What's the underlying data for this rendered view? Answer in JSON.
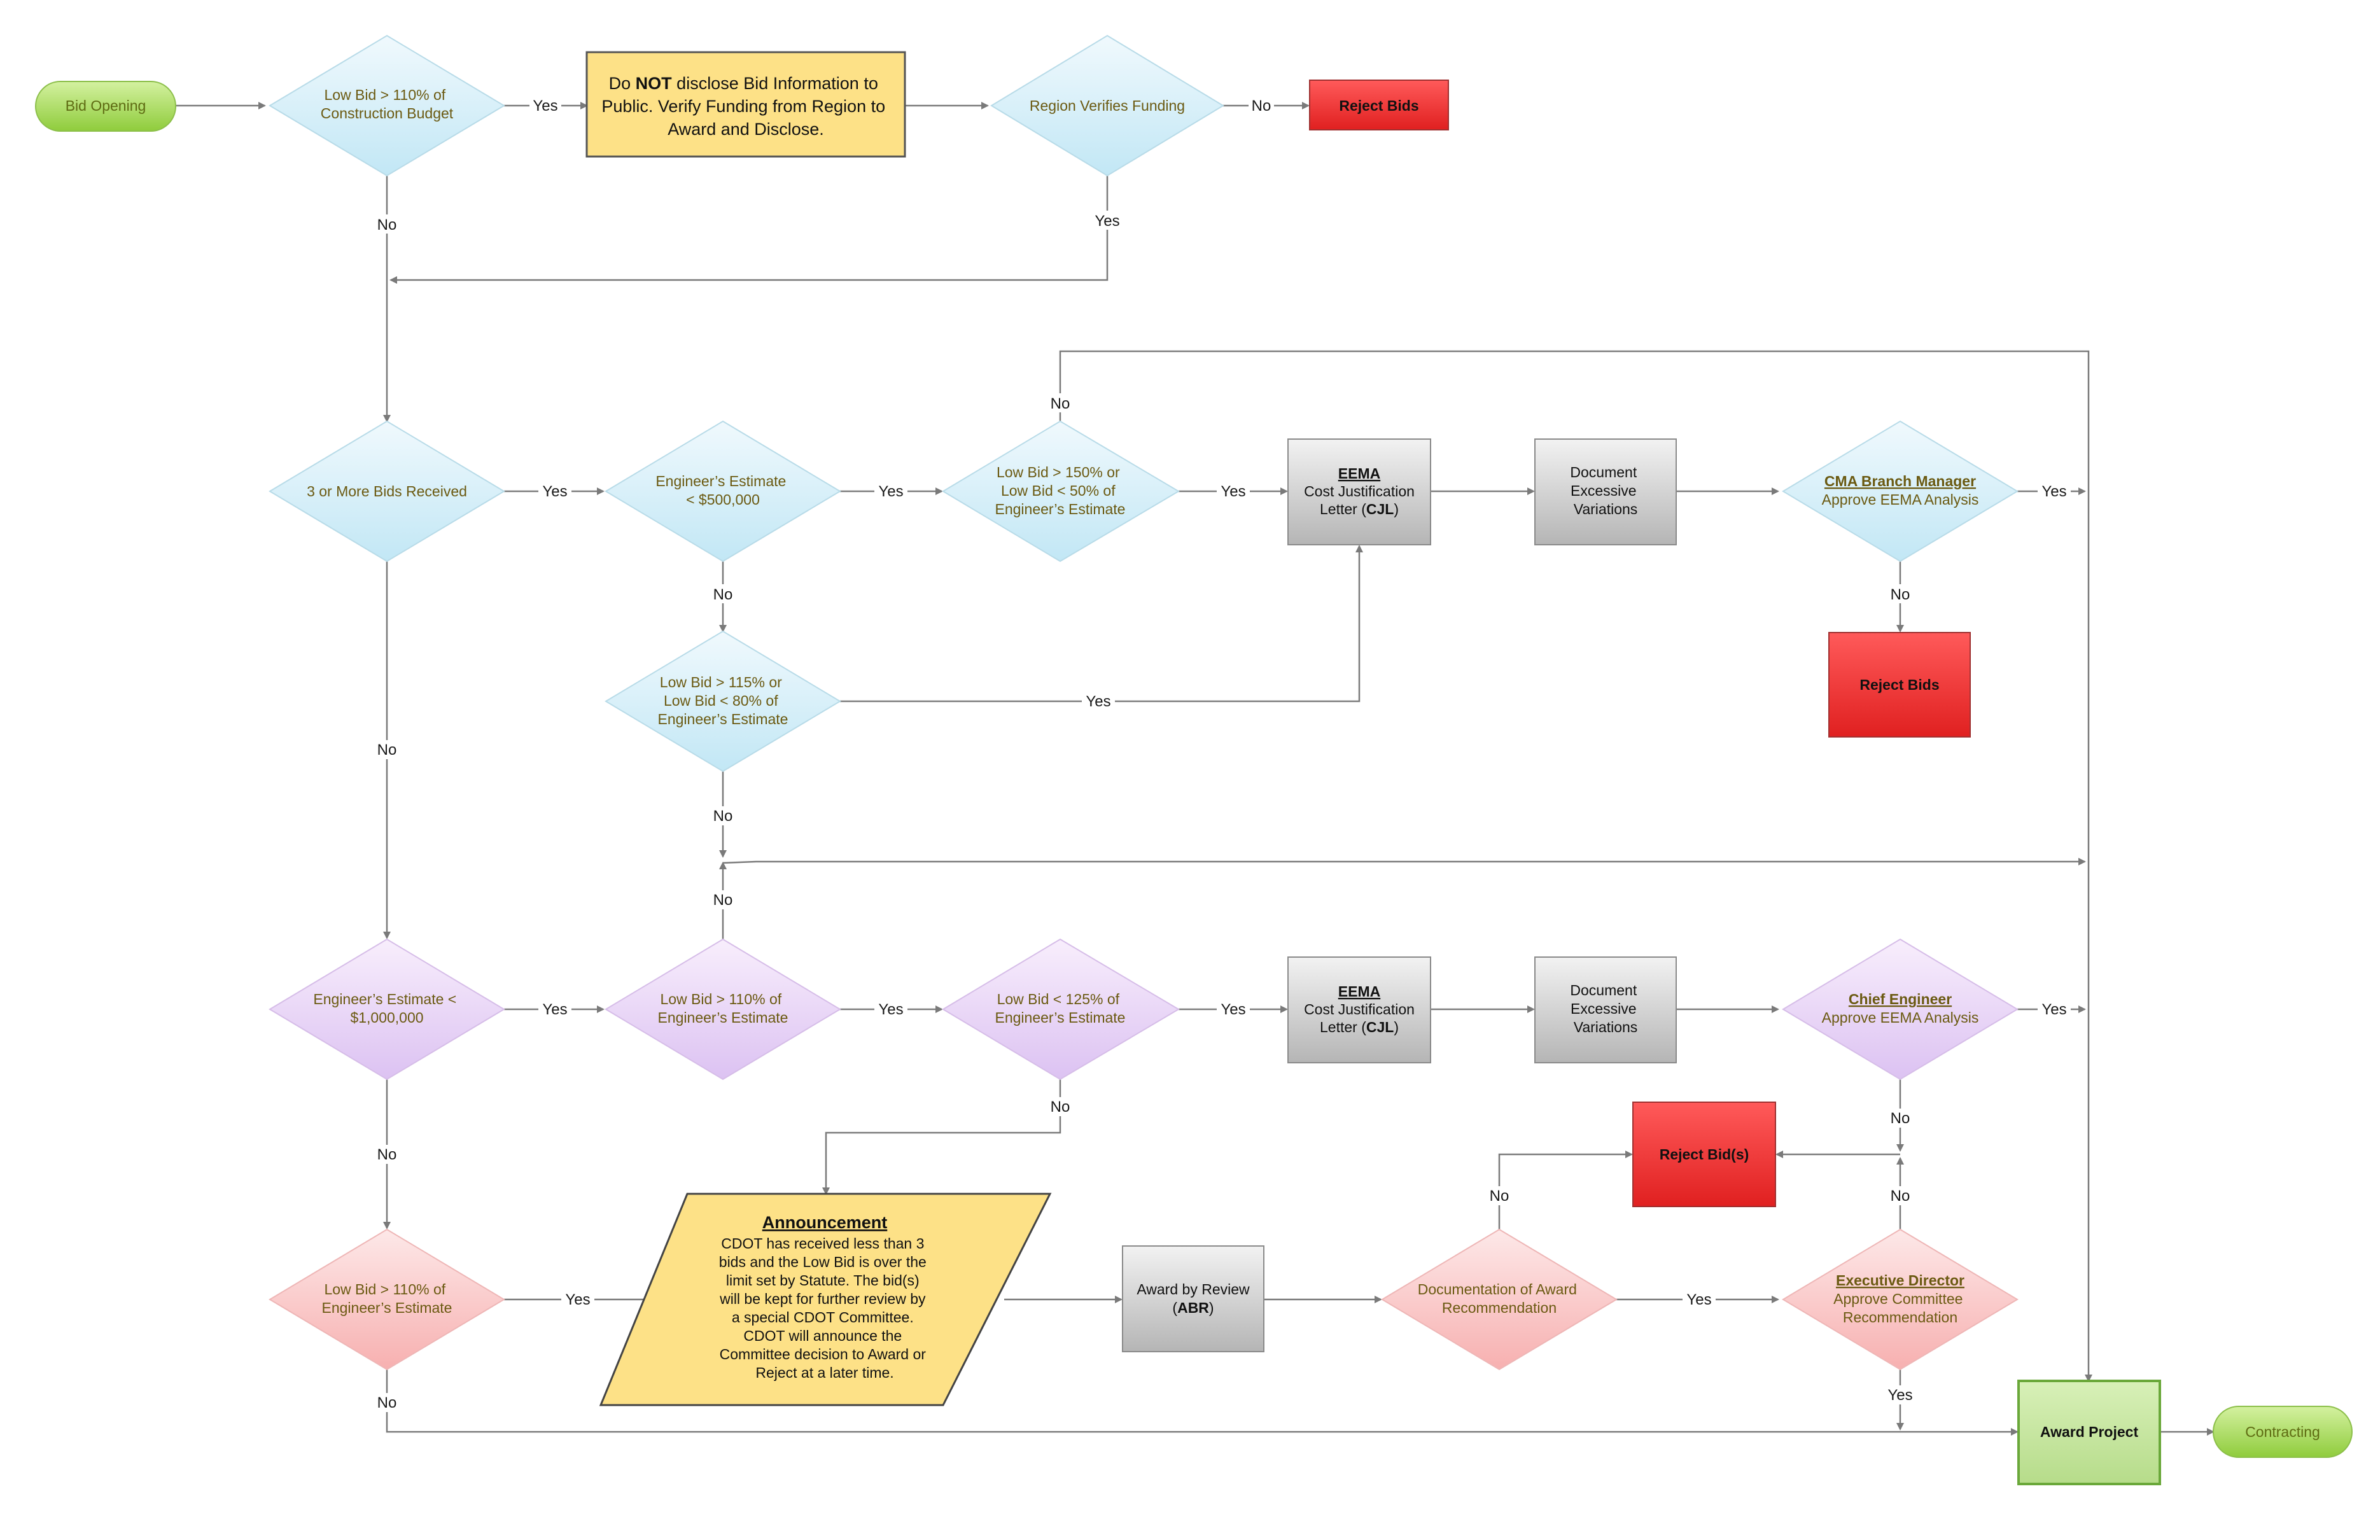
{
  "terminals": {
    "bid_opening": "Bid Opening",
    "contracting": "Contracting"
  },
  "decisions": {
    "d1": [
      "Low Bid > 110% of",
      "Construction Budget"
    ],
    "region_funding": [
      "Region Verifies Funding"
    ],
    "three_bids": [
      "3 or More Bids Received"
    ],
    "est_500k": [
      "Engineer’s Estimate",
      "< $500,000"
    ],
    "bid_150": [
      "Low Bid > 150% or",
      "Low Bid < 50% of",
      "Engineer’s Estimate"
    ],
    "cma_manager": {
      "title": "CMA Branch Manager",
      "line": "Approve EEMA Analysis"
    },
    "bid_115": [
      "Low Bid > 115% or",
      "Low Bid < 80% of",
      "Engineer’s Estimate"
    ],
    "est_1m": [
      "Engineer’s Estimate <",
      "$1,000,000"
    ],
    "bid_110_est": [
      "Low Bid > 110% of",
      "Engineer’s Estimate"
    ],
    "bid_125": [
      "Low Bid < 125% of",
      "Engineer’s Estimate"
    ],
    "chief_engineer": {
      "title": "Chief Engineer",
      "line": "Approve EEMA Analysis"
    },
    "bid_110_est_bottom": [
      "Low Bid > 110% of",
      "Engineer’s Estimate"
    ],
    "documentation": [
      "Documentation of Award",
      "Recommendation"
    ],
    "exec_director": {
      "title": "Executive Director",
      "lines": [
        "Approve Committee",
        "Recommendation"
      ]
    }
  },
  "boxes": {
    "disclose": {
      "l1_pre": "Do ",
      "l1_bold": "NOT",
      "l1_post": " disclose Bid Information to",
      "l2": "Public.  Verify Funding from Region to",
      "l3": "Award and Disclose."
    },
    "reject_top": "Reject Bids",
    "eema_1": {
      "title": "EEMA",
      "l2": "Cost Justification",
      "l3_pre": "Letter (",
      "l3_bold": "CJL",
      "l3_post": ")"
    },
    "doc_1": [
      "Document",
      "Excessive",
      "Variations"
    ],
    "reject_cma": "Reject Bids",
    "eema_2": {
      "title": "EEMA",
      "l2": "Cost Justification",
      "l3_pre": "Letter (",
      "l3_bold": "CJL",
      "l3_post": ")"
    },
    "doc_2": [
      "Document",
      "Excessive",
      "Variations"
    ],
    "reject_bids_s": "Reject Bid(s)",
    "announcement": {
      "title": "Announcement",
      "lines": [
        "CDOT has received less than 3",
        "bids and the Low Bid is over the",
        "limit set by Statute.  The bid(s)",
        "will be kept for further review by",
        "a special CDOT Committee.",
        "CDOT will announce the",
        "Committee decision to Award or",
        "Reject at a later time."
      ]
    },
    "abr": {
      "l1": "Award by Review",
      "l2_pre": "(",
      "l2_bold": "ABR",
      "l2_post": ")"
    },
    "award": "Award Project"
  },
  "edge_labels": {
    "yes": "Yes",
    "no": "No"
  }
}
